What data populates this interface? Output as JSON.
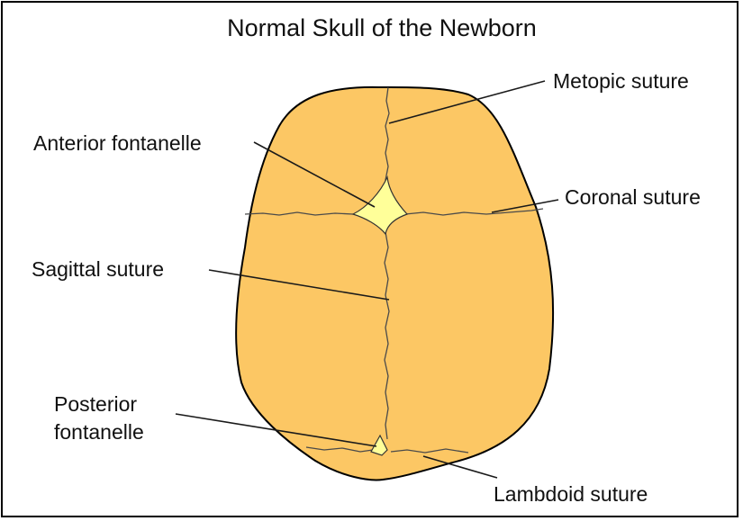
{
  "title": "Normal Skull of the Newborn",
  "labels": {
    "metopic": "Metopic suture",
    "anterior_fontanelle": "Anterior fontanelle",
    "coronal": "Coronal suture",
    "sagittal": "Sagittal suture",
    "posterior_fontanelle_line1": "Posterior",
    "posterior_fontanelle_line2": "fontanelle",
    "lambdoid": "Lambdoid suture"
  },
  "colors": {
    "bone": "#fcc764",
    "fontanelle": "#ffff99",
    "outline": "#000000"
  }
}
